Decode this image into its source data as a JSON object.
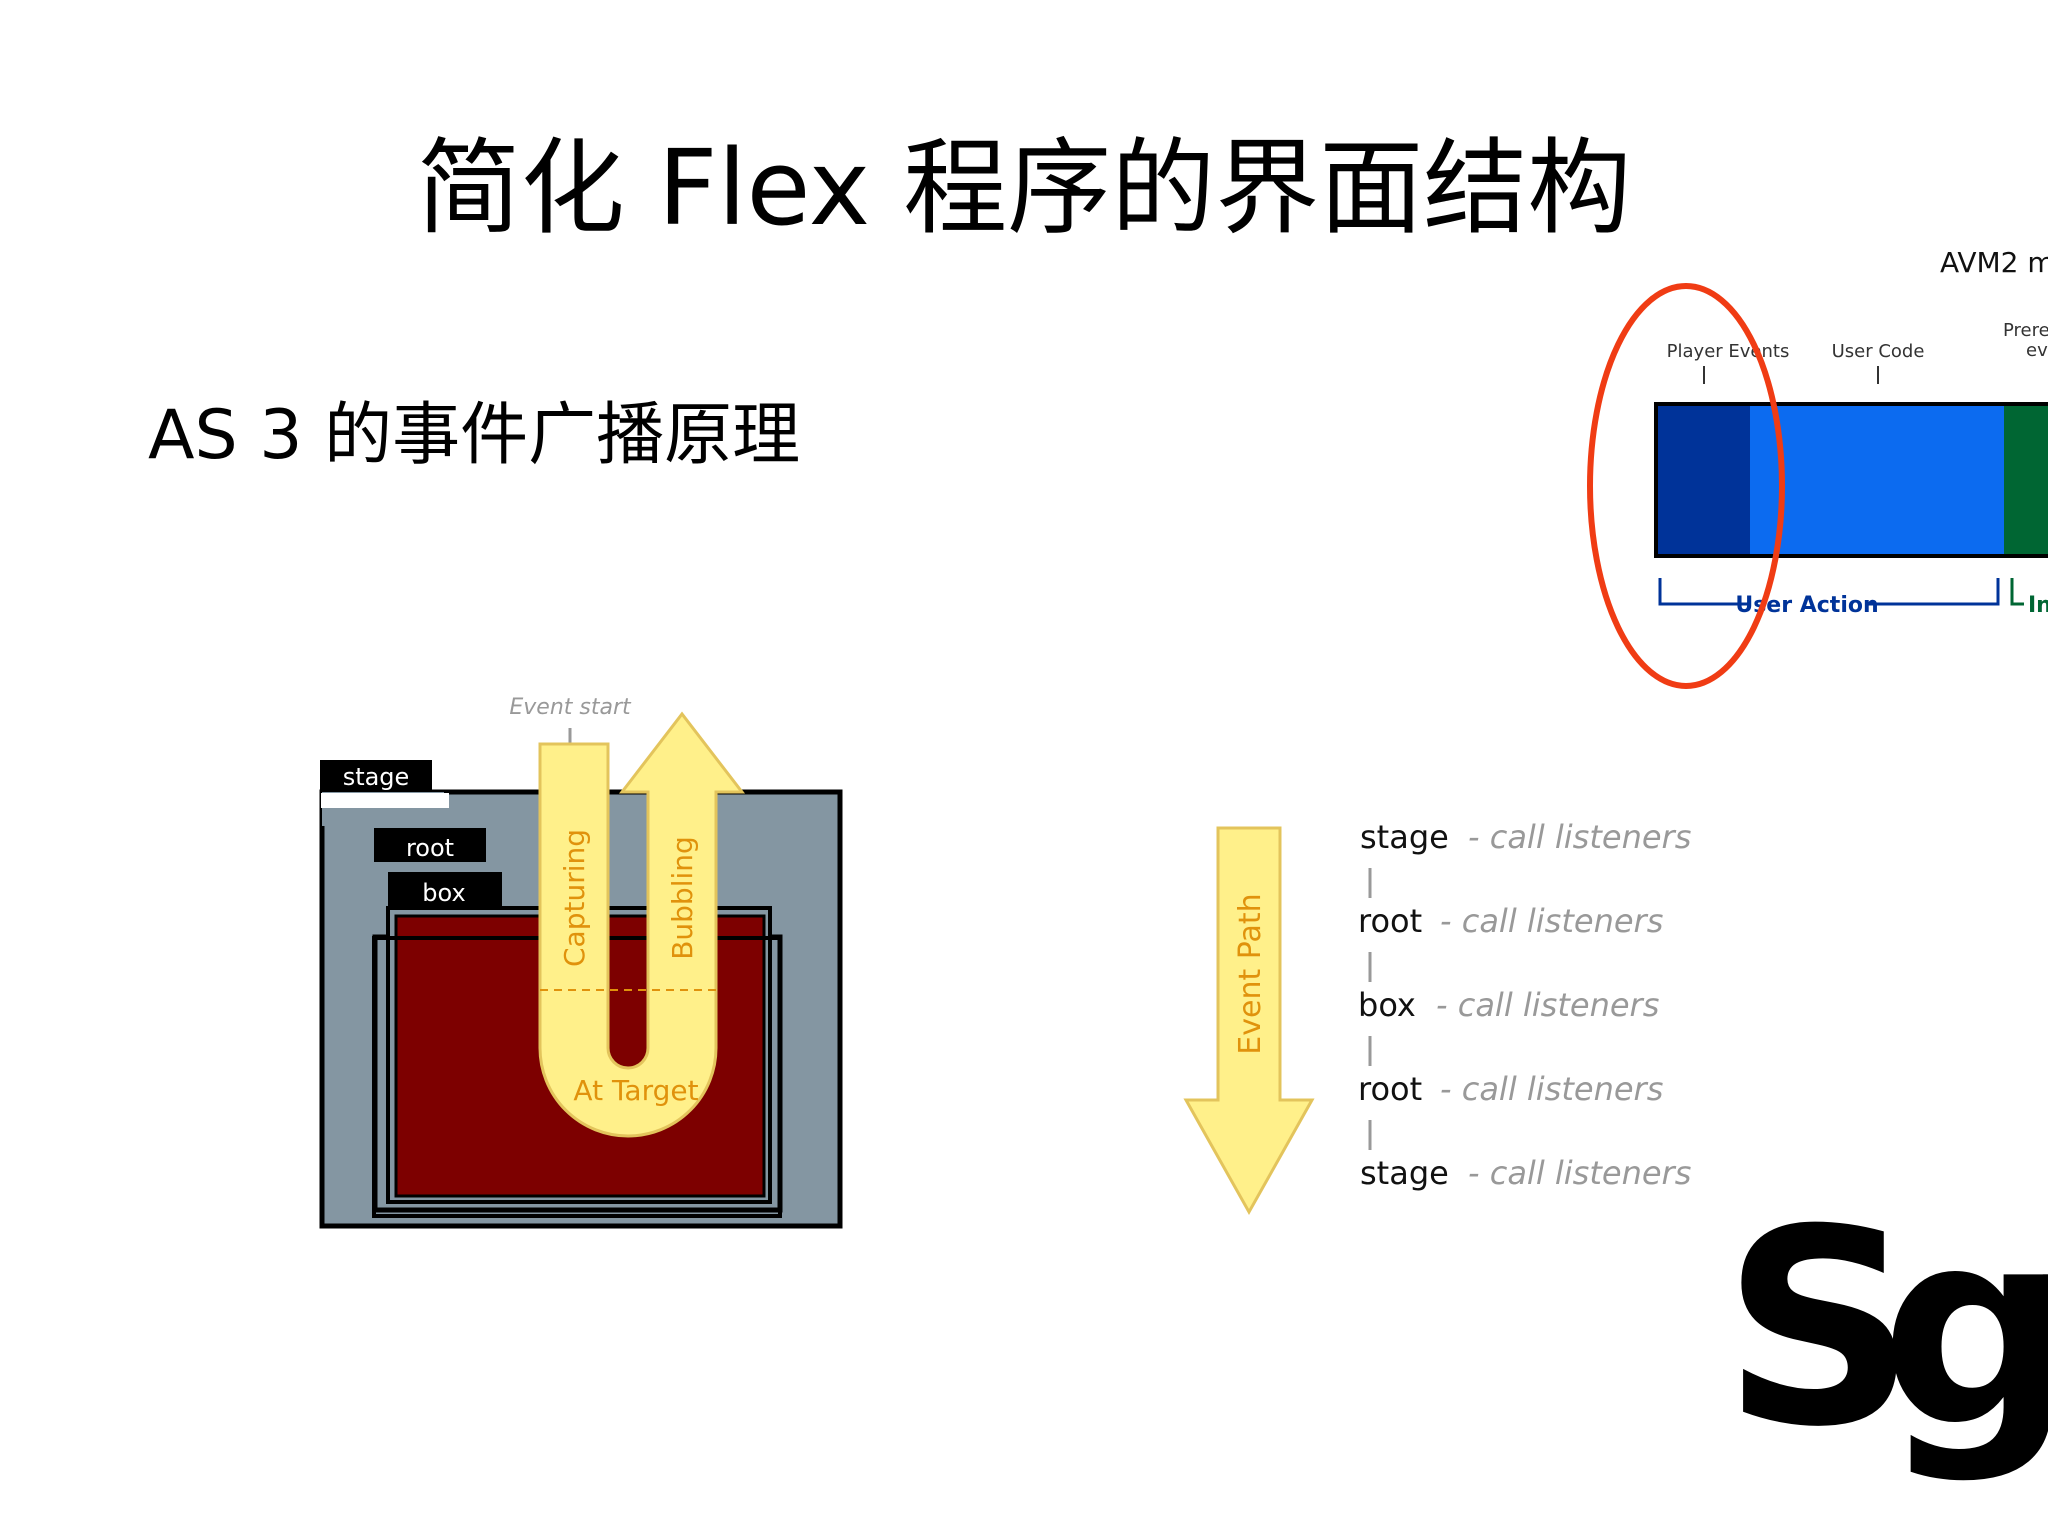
{
  "slide": {
    "title": "简化 Flex 程序的界面结构",
    "subtitle": "AS 3 的事件广播原理"
  },
  "event_flow_diagram": {
    "event_start_label": "Event start",
    "layers": {
      "stage": "stage",
      "root": "root",
      "box": "box"
    },
    "phases": {
      "capturing": "Capturing",
      "bubbling": "Bubbling",
      "at_target": "At Target"
    },
    "colors": {
      "stage_fill": "#8496a2",
      "target_fill": "#7d0000",
      "arrow_fill": "#fff08a",
      "arrow_text": "#e0920c"
    }
  },
  "event_path_diagram": {
    "arrow_label": "Event Path",
    "rows": [
      {
        "node": "stage",
        "action": "- call listeners"
      },
      {
        "node": "root",
        "action": "- call listeners"
      },
      {
        "node": "box",
        "action": "- call listeners"
      },
      {
        "node": "root",
        "action": "- call listeners"
      },
      {
        "node": "stage",
        "action": "- call listeners"
      }
    ]
  },
  "avm2_timeline": {
    "title": "AVM2 m",
    "labels": {
      "player_events": "Player Events",
      "user_code": "User Code",
      "prerender_line1": "Prere",
      "prerender_line2": "ev"
    },
    "user_action": "User Action",
    "next_bracket_label": "In",
    "colors": {
      "player_events": "#003399",
      "user_code": "#0c6bf0",
      "prerender": "#006633",
      "highlight_circle": "#f03c14"
    }
  },
  "logo": {
    "text": "Sgf"
  }
}
